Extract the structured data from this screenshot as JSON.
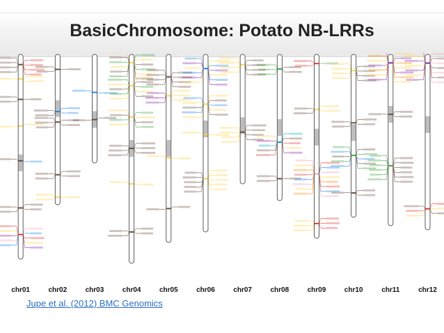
{
  "title": "BasicChromosome: Potato NB-LRRs",
  "citation": "Jupe et al. (2012) BMC Genomics",
  "colors": {
    "band": [
      "#e53935",
      "#f4a2c0",
      "#ffd54f",
      "#1e88e5",
      "#43a047",
      "#8e24aa",
      "#6d4c41",
      "#00acc1",
      "#fb8c00"
    ],
    "text": "#222222",
    "chromosome_fill": "#ffffff",
    "centromere": "#bdbdbd",
    "link": "#2b6fbf"
  },
  "chromosomes": [
    {
      "label": "chr01",
      "length": 0.98,
      "cen": 0.53,
      "clusters": [
        {
          "pos": 0.05,
          "n": 8,
          "c": [
            6,
            0
          ]
        },
        {
          "pos": 0.12,
          "n": 3,
          "c": [
            2
          ]
        },
        {
          "pos": 0.22,
          "n": 3,
          "c": [
            6
          ]
        },
        {
          "pos": 0.35,
          "n": 2,
          "c": [
            2
          ]
        },
        {
          "pos": 0.52,
          "n": 2,
          "c": [
            6,
            3
          ]
        },
        {
          "pos": 0.75,
          "n": 4,
          "c": [
            6
          ]
        },
        {
          "pos": 0.88,
          "n": 10,
          "c": [
            0,
            1,
            2,
            3,
            5
          ]
        }
      ]
    },
    {
      "label": "chr02",
      "length": 0.72,
      "cen": 0.36,
      "clusters": [
        {
          "pos": 0.1,
          "n": 3,
          "c": [
            6
          ]
        },
        {
          "pos": 0.38,
          "n": 4,
          "c": [
            3,
            6
          ]
        },
        {
          "pos": 0.45,
          "n": 5,
          "c": [
            6
          ]
        },
        {
          "pos": 0.8,
          "n": 4,
          "c": [
            6
          ]
        },
        {
          "pos": 0.95,
          "n": 3,
          "c": [
            2
          ]
        }
      ]
    },
    {
      "label": "chr03",
      "length": 0.52,
      "cen": 0.6,
      "clusters": [
        {
          "pos": 0.35,
          "n": 2,
          "c": [
            3
          ]
        },
        {
          "pos": 0.6,
          "n": 2,
          "c": [
            6
          ]
        }
      ]
    },
    {
      "label": "chr04",
      "length": 1.0,
      "cen": 0.45,
      "clusters": [
        {
          "pos": 0.04,
          "n": 12,
          "c": [
            2,
            4,
            6
          ]
        },
        {
          "pos": 0.15,
          "n": 10,
          "c": [
            2,
            4,
            6
          ]
        },
        {
          "pos": 0.3,
          "n": 8,
          "c": [
            2,
            4,
            6
          ]
        },
        {
          "pos": 0.45,
          "n": 6,
          "c": [
            6
          ]
        },
        {
          "pos": 0.62,
          "n": 2,
          "c": [
            2
          ]
        },
        {
          "pos": 0.85,
          "n": 4,
          "c": [
            6
          ]
        }
      ]
    },
    {
      "label": "chr05",
      "length": 0.9,
      "cen": 0.5,
      "clusters": [
        {
          "pos": 0.12,
          "n": 8,
          "c": [
            6
          ]
        },
        {
          "pos": 0.22,
          "n": 6,
          "c": [
            2,
            5
          ]
        },
        {
          "pos": 0.55,
          "n": 2,
          "c": [
            2
          ]
        },
        {
          "pos": 0.82,
          "n": 2,
          "c": [
            6
          ]
        }
      ]
    },
    {
      "label": "chr06",
      "length": 0.85,
      "cen": 0.42,
      "clusters": [
        {
          "pos": 0.08,
          "n": 12,
          "c": [
            3,
            2,
            5
          ]
        },
        {
          "pos": 0.28,
          "n": 10,
          "c": [
            2,
            3,
            6
          ]
        },
        {
          "pos": 0.45,
          "n": 2,
          "c": [
            2
          ]
        },
        {
          "pos": 0.7,
          "n": 10,
          "c": [
            2,
            6
          ]
        }
      ]
    },
    {
      "label": "chr07",
      "length": 0.62,
      "cen": 0.55,
      "clusters": [
        {
          "pos": 0.08,
          "n": 8,
          "c": [
            2,
            6
          ]
        },
        {
          "pos": 0.6,
          "n": 8,
          "c": [
            6,
            2
          ]
        }
      ]
    },
    {
      "label": "chr08",
      "length": 0.7,
      "cen": 0.5,
      "clusters": [
        {
          "pos": 0.1,
          "n": 5,
          "c": [
            4,
            6
          ]
        },
        {
          "pos": 0.6,
          "n": 10,
          "c": [
            7,
            2,
            6,
            5,
            0
          ]
        },
        {
          "pos": 0.85,
          "n": 3,
          "c": [
            6
          ]
        }
      ]
    },
    {
      "label": "chr09",
      "length": 0.88,
      "cen": 0.45,
      "clusters": [
        {
          "pos": 0.05,
          "n": 3,
          "c": [
            0,
            4
          ]
        },
        {
          "pos": 0.3,
          "n": 4,
          "c": [
            2,
            6
          ]
        },
        {
          "pos": 0.65,
          "n": 16,
          "c": [
            1,
            0,
            2,
            3,
            8
          ]
        },
        {
          "pos": 0.92,
          "n": 6,
          "c": [
            0,
            2
          ]
        }
      ]
    },
    {
      "label": "chr10",
      "length": 0.78,
      "cen": 0.48,
      "clusters": [
        {
          "pos": 0.1,
          "n": 8,
          "c": [
            2,
            6
          ]
        },
        {
          "pos": 0.42,
          "n": 4,
          "c": [
            6
          ]
        },
        {
          "pos": 0.62,
          "n": 10,
          "c": [
            4,
            6,
            3
          ]
        },
        {
          "pos": 0.85,
          "n": 3,
          "c": [
            6
          ]
        }
      ]
    },
    {
      "label": "chr11",
      "length": 0.82,
      "cen": 0.35,
      "clusters": [
        {
          "pos": 0.05,
          "n": 14,
          "c": [
            5,
            2,
            8
          ]
        },
        {
          "pos": 0.35,
          "n": 3,
          "c": [
            6
          ]
        },
        {
          "pos": 0.65,
          "n": 12,
          "c": [
            4,
            6
          ]
        }
      ]
    },
    {
      "label": "chr12",
      "length": 0.84,
      "cen": 0.4,
      "clusters": [
        {
          "pos": 0.05,
          "n": 14,
          "c": [
            5,
            1,
            2,
            6
          ]
        },
        {
          "pos": 0.88,
          "n": 6,
          "c": [
            0,
            6,
            2
          ]
        }
      ]
    }
  ]
}
